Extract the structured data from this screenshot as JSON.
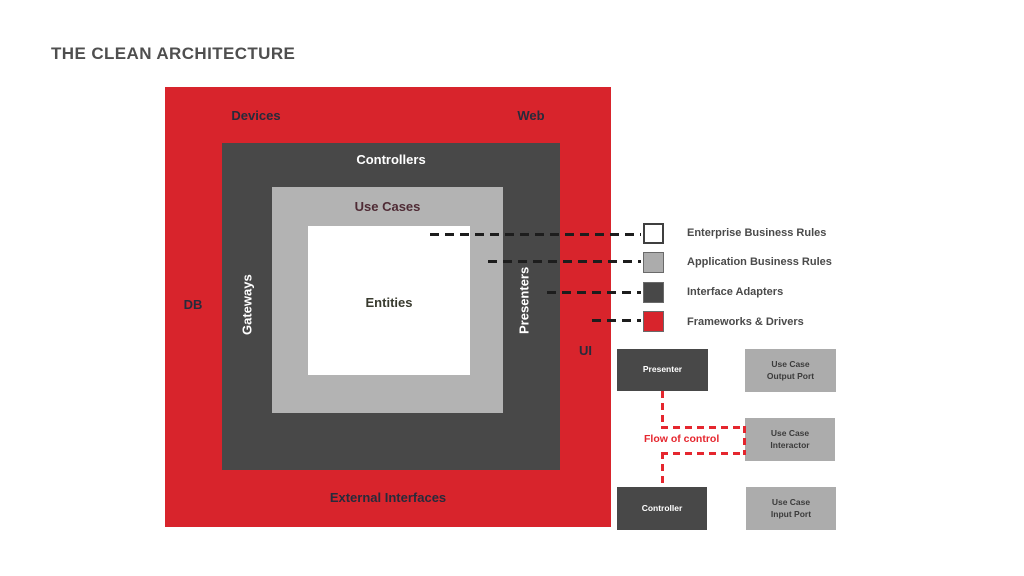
{
  "title": "THE CLEAN ARCHITECTURE",
  "rings": {
    "frameworks": {
      "color": "#d8242c",
      "top_left_label": "Devices",
      "top_right_label": "Web",
      "left_label": "DB",
      "right_label": "UI",
      "bottom_label": "External Interfaces"
    },
    "adapters": {
      "color": "#484848",
      "top_label": "Controllers",
      "left_label": "Gateways",
      "right_label": "Presenters"
    },
    "application": {
      "color": "#b3b3b3",
      "top_label": "Use Cases"
    },
    "enterprise": {
      "color": "#ffffff",
      "center_label": "Entities"
    }
  },
  "legend": {
    "items": [
      {
        "label": "Enterprise Business Rules",
        "swatch": "#ffffff"
      },
      {
        "label": "Application Business Rules",
        "swatch": "#acacac"
      },
      {
        "label": "Interface Adapters",
        "swatch": "#484848"
      },
      {
        "label": "Frameworks & Drivers",
        "swatch": "#d8242c"
      }
    ]
  },
  "flow": {
    "label": "Flow of control",
    "line_color": "#e5262e",
    "boxes": {
      "presenter": {
        "label": "Presenter",
        "color": "#484848"
      },
      "use_case_output_port": {
        "label": "Use Case\nOutput Port",
        "color": "#acacac"
      },
      "use_case_interactor": {
        "label": "Use Case\nInteractor",
        "color": "#acacac"
      },
      "controller": {
        "label": "Controller",
        "color": "#484848"
      },
      "use_case_input_port": {
        "label": "Use Case\nInput Port",
        "color": "#acacac"
      }
    }
  }
}
